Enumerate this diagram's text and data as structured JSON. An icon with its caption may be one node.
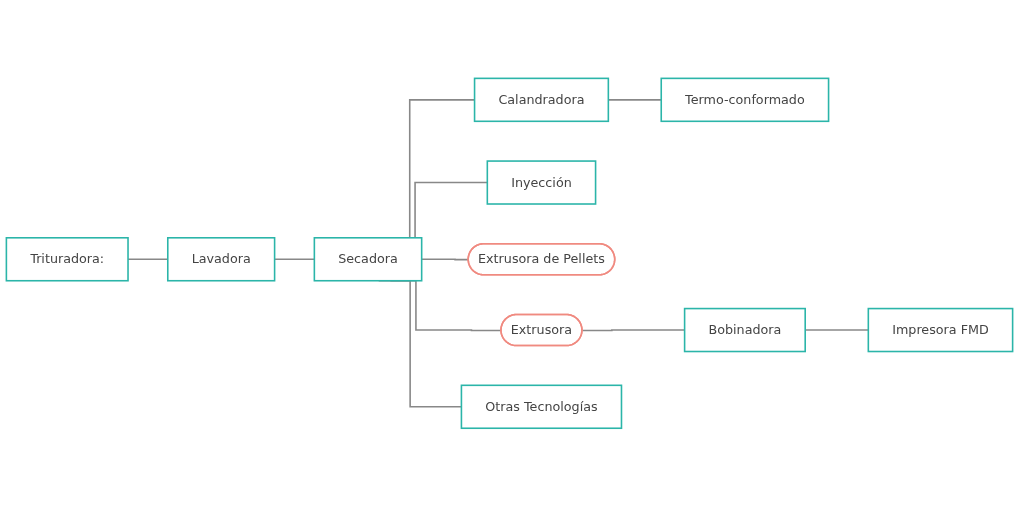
{
  "diagram": {
    "nodes": [
      {
        "text": [
          "Trituradora:"
        ]
      },
      {
        "text": [
          "Lavadora"
        ]
      },
      {
        "text": [
          "Secadora"
        ]
      },
      {
        "text": [
          "Calandradora"
        ]
      },
      {
        "text": [
          "Termo-conformado"
        ]
      },
      {
        "text": [
          "Inyección"
        ]
      },
      {
        "text": [
          "Extrusora de Pellets"
        ]
      },
      {
        "text": [
          "Extrusora"
        ]
      },
      {
        "text": [
          "Bobinadora"
        ]
      },
      {
        "text": [
          "Impresora FMD"
        ]
      },
      {
        "text": [
          "Otras Tecnologías"
        ]
      }
    ],
    "edges": [
      {
        "from": 0,
        "to": 1,
        "arrow": "none"
      },
      {
        "from": 1,
        "to": 2,
        "arrow": "none"
      },
      {
        "from": 2,
        "to": 3,
        "arrow": "none"
      },
      {
        "from": 3,
        "to": 4,
        "arrow": "none"
      },
      {
        "from": 2,
        "to": 5,
        "arrow": "none"
      },
      {
        "from": 2,
        "to": 6,
        "arrow": "none"
      },
      {
        "from": 2,
        "to": 7,
        "arrow": "none"
      },
      {
        "from": 7,
        "to": 8,
        "arrow": "none"
      },
      {
        "from": 8,
        "to": 9,
        "arrow": "none"
      },
      {
        "from": 2,
        "to": 10,
        "arrow": "none"
      }
    ]
  }
}
